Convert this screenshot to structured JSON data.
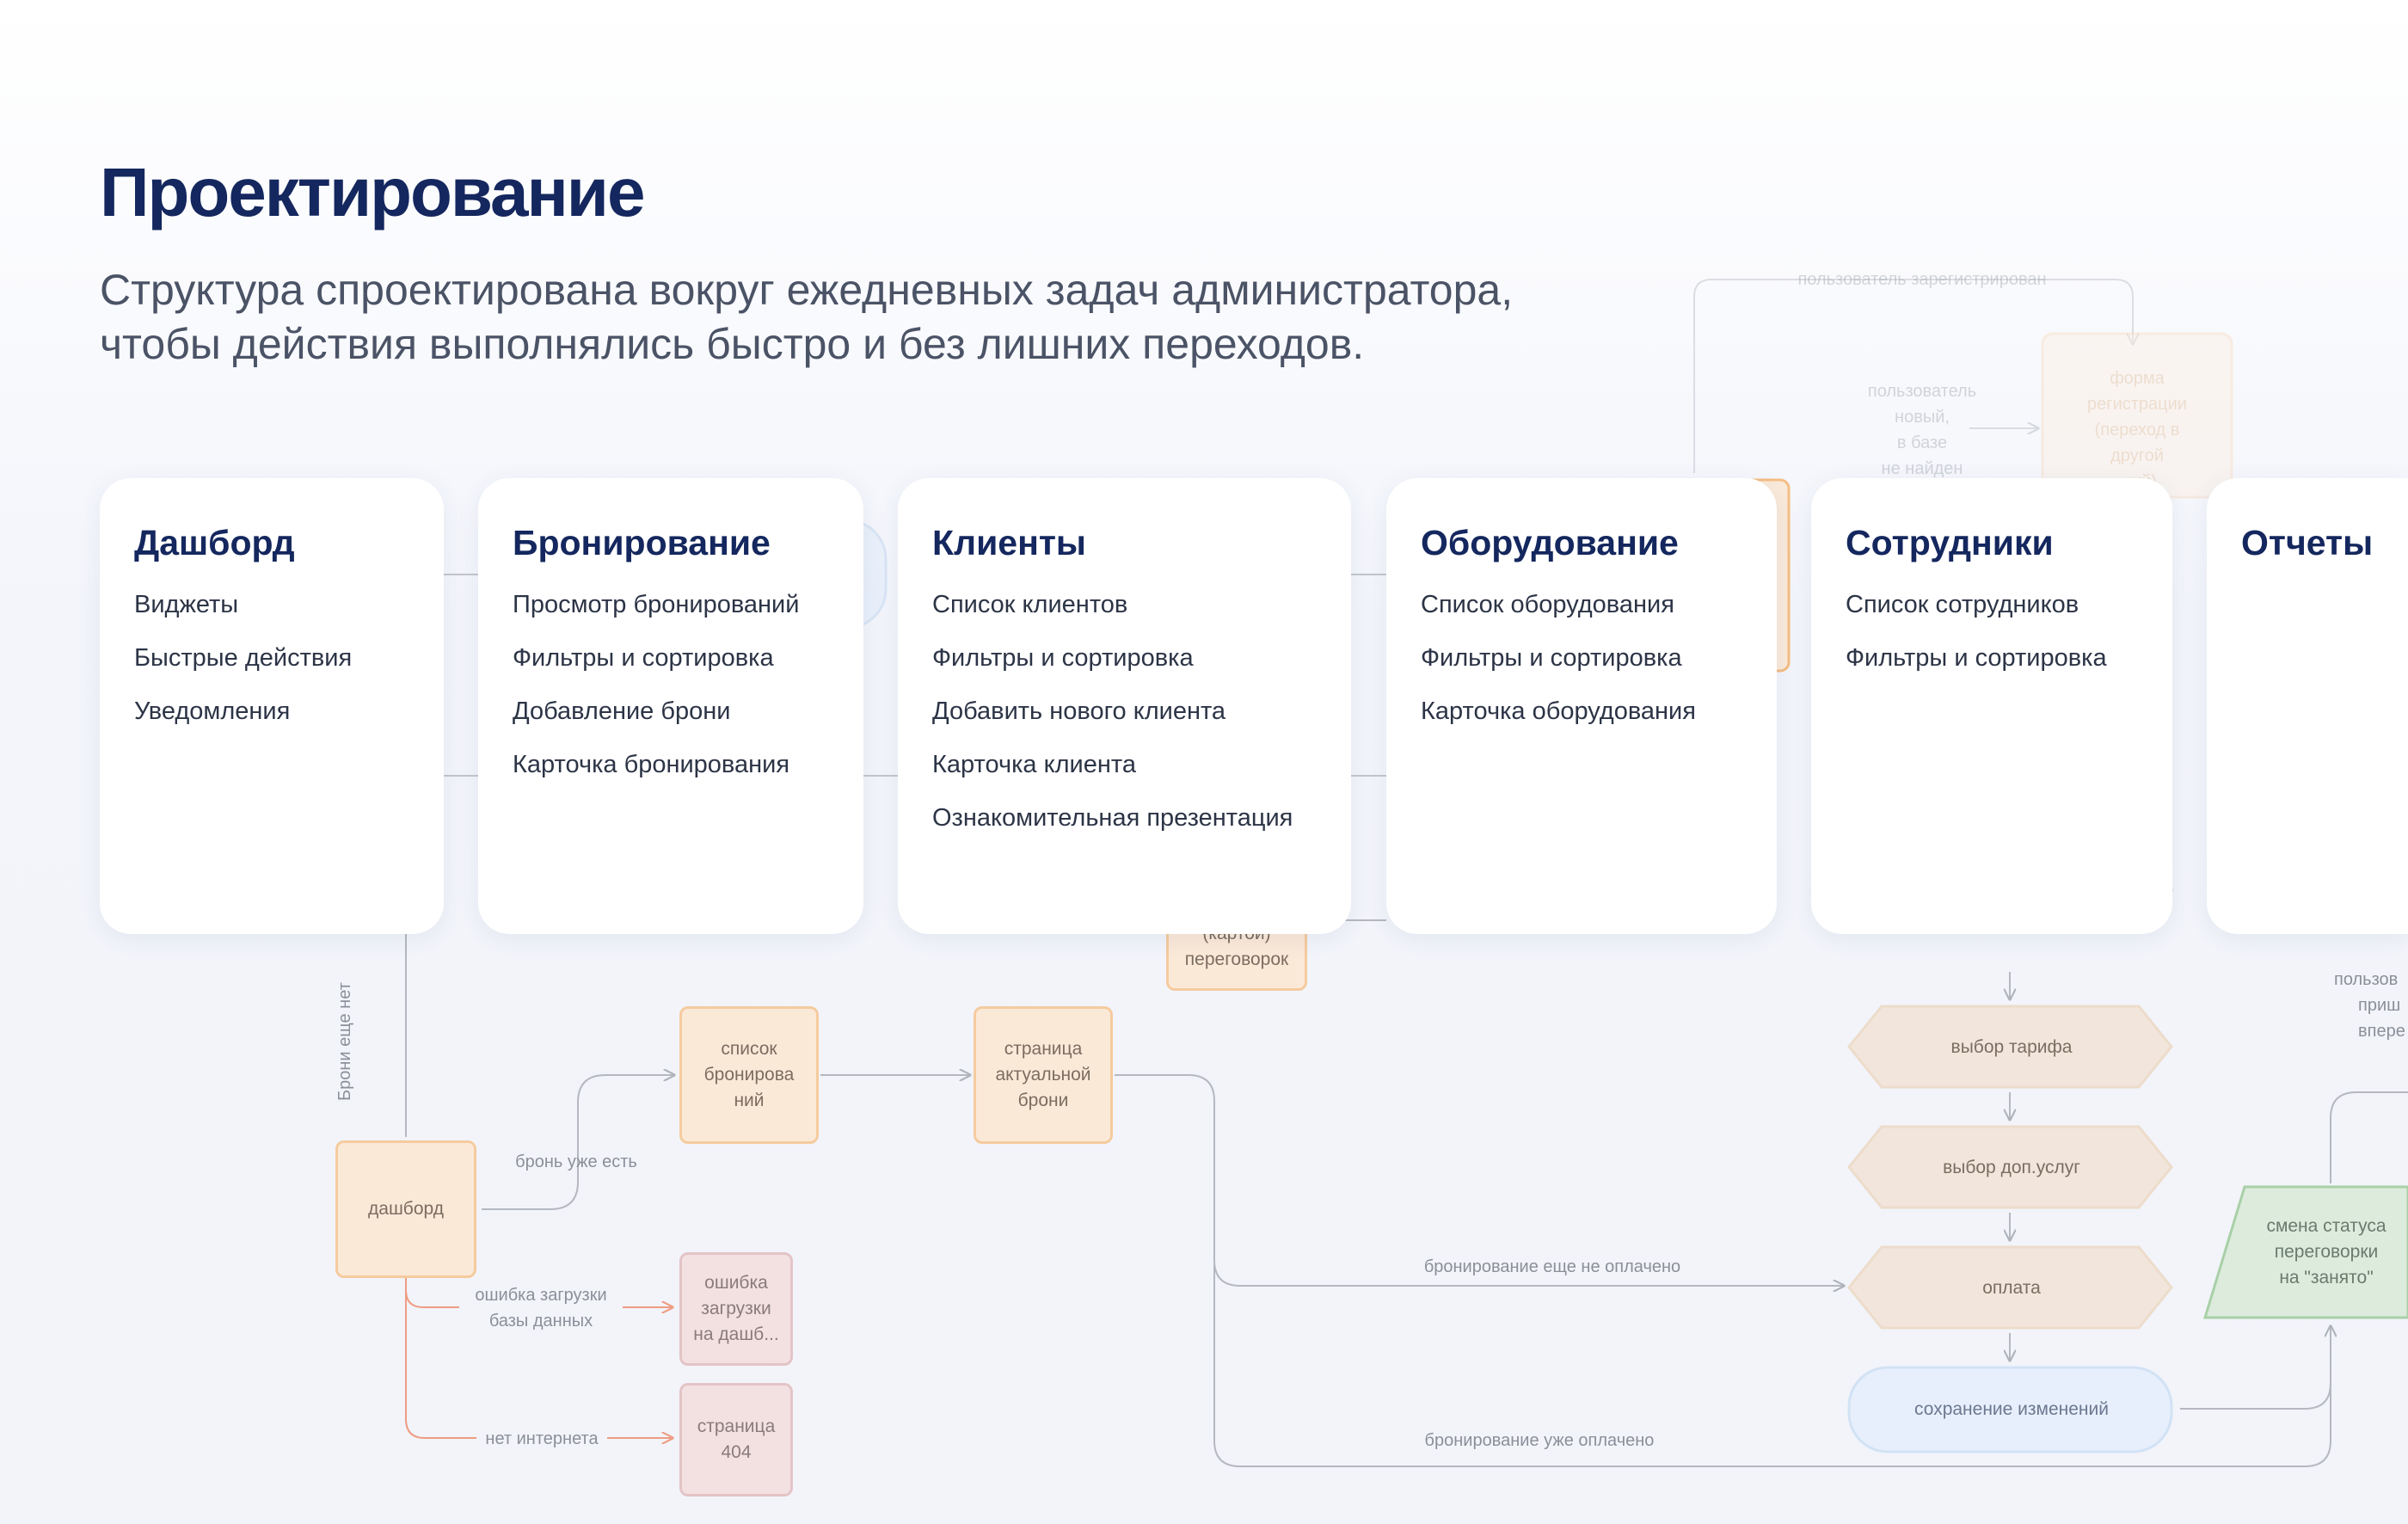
{
  "header": {
    "title": "Проектирование",
    "subtitle_line1": "Структура спроектирована вокруг ежедневных задач администратора,",
    "subtitle_line2": "чтобы действия выполнялись быстро и без лишних переходов."
  },
  "sections": [
    {
      "title": "Дашборд",
      "items": [
        "Виджеты",
        "Быстрые действия",
        "Уведомления"
      ]
    },
    {
      "title": "Бронирование",
      "items": [
        "Просмотр бронирований",
        "Фильтры и сортировка",
        "Добавление брони",
        "Карточка бронирования"
      ]
    },
    {
      "title": "Клиенты",
      "items": [
        "Список клиентов",
        "Фильтры и сортировка",
        "Добавить нового клиента",
        "Карточка клиента",
        "Ознакомительная презентация"
      ]
    },
    {
      "title": "Оборудование",
      "items": [
        "Список оборудования",
        "Фильтры и сортировка",
        "Карточка оборудования"
      ]
    },
    {
      "title": "Сотрудники",
      "items": [
        "Список сотрудников",
        "Фильтры и сортировка"
      ]
    },
    {
      "title": "Отчеты",
      "items": []
    }
  ],
  "flow": {
    "nodes": {
      "dashboard": "дашборд",
      "booking_list": [
        "список",
        "бронирова",
        "ний"
      ],
      "booking_page": [
        "страница",
        "актуальной",
        "брони"
      ],
      "db_error": [
        "ошибка",
        "загрузки",
        "на дашб..."
      ],
      "page404": [
        "страница",
        "404"
      ],
      "meeting_room": [
        "(картой)",
        "переговорок"
      ],
      "tariff": "выбор тарифа",
      "extras": "выбор доп.услуг",
      "payment": "оплата",
      "save": "сохранение изменений",
      "status_change": [
        "смена статуса",
        "переговорки",
        "на \"занято\""
      ],
      "reg_form": [
        "форма",
        "регистрации",
        "(переход в",
        "другой",
        "...ий)"
      ]
    },
    "edges": {
      "no_bookings": "Брони еще нет",
      "has_booking": "бронь уже есть",
      "db_load_error": [
        "ошибка загрузки",
        "базы данных"
      ],
      "no_internet": "нет интернета",
      "not_paid": "бронирование еще не оплачено",
      "paid": "бронирование уже оплачено",
      "user_registered": "пользователь зарегистрирован",
      "user_new": [
        "пользователь",
        "новый,",
        "в базе",
        "не найден"
      ],
      "user_first": [
        "пользов",
        "приш",
        "впере"
      ]
    }
  },
  "colors": {
    "title": "#14275e",
    "orange_fill": "#fbe9d8",
    "orange_border": "#f5cb9e",
    "pink_fill": "#f3e1e2",
    "hex_fill": "#f2e5dc",
    "blue_fill": "#e6effb",
    "green_fill": "#dcebdc",
    "arrow": "#b5b8c0",
    "error_arrow": "#ee9c82"
  }
}
